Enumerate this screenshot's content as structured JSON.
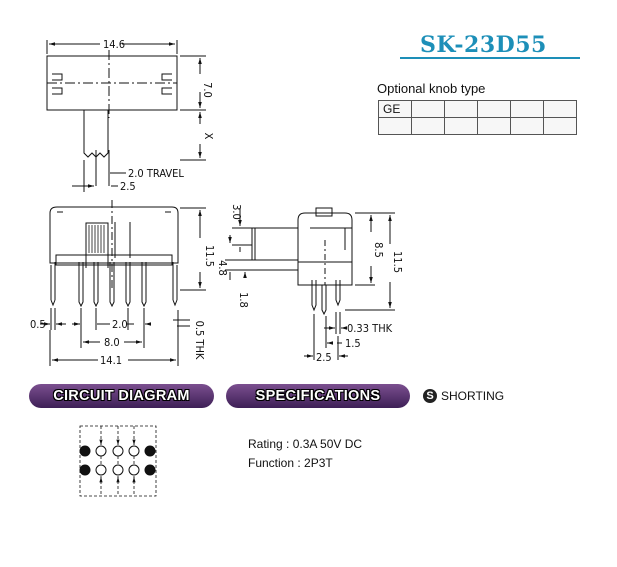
{
  "header": {
    "model": "SK-23D55"
  },
  "knob": {
    "label": "Optional knob type",
    "types": [
      "GE",
      "",
      "",
      "",
      "",
      ""
    ]
  },
  "top_view": {
    "width": "14.6",
    "height": "7.0",
    "x_label": "X",
    "travel": "2.0 TRAVEL",
    "offset": "2.5"
  },
  "front_view": {
    "height": "11.5",
    "pin_pitch": "2.0",
    "pin_thk": "0.5 THK",
    "edge": "0.5",
    "inner": "8.0",
    "overall": "14.1"
  },
  "side_view": {
    "top": "3.0",
    "mid": "4.8",
    "low": "1.8",
    "h1": "8.5",
    "h2": "11.5",
    "thk": "0.33 THK",
    "pitch": "2.5",
    "step": "1.5"
  },
  "sections": {
    "circuit": "CIRCUIT DIAGRAM",
    "specs": "SPECIFICATIONS",
    "shorting_symbol": "S",
    "shorting": "SHORTING"
  },
  "specs": {
    "rating": "Rating : 0.3A 50V DC",
    "function": "Function : 2P3T"
  }
}
